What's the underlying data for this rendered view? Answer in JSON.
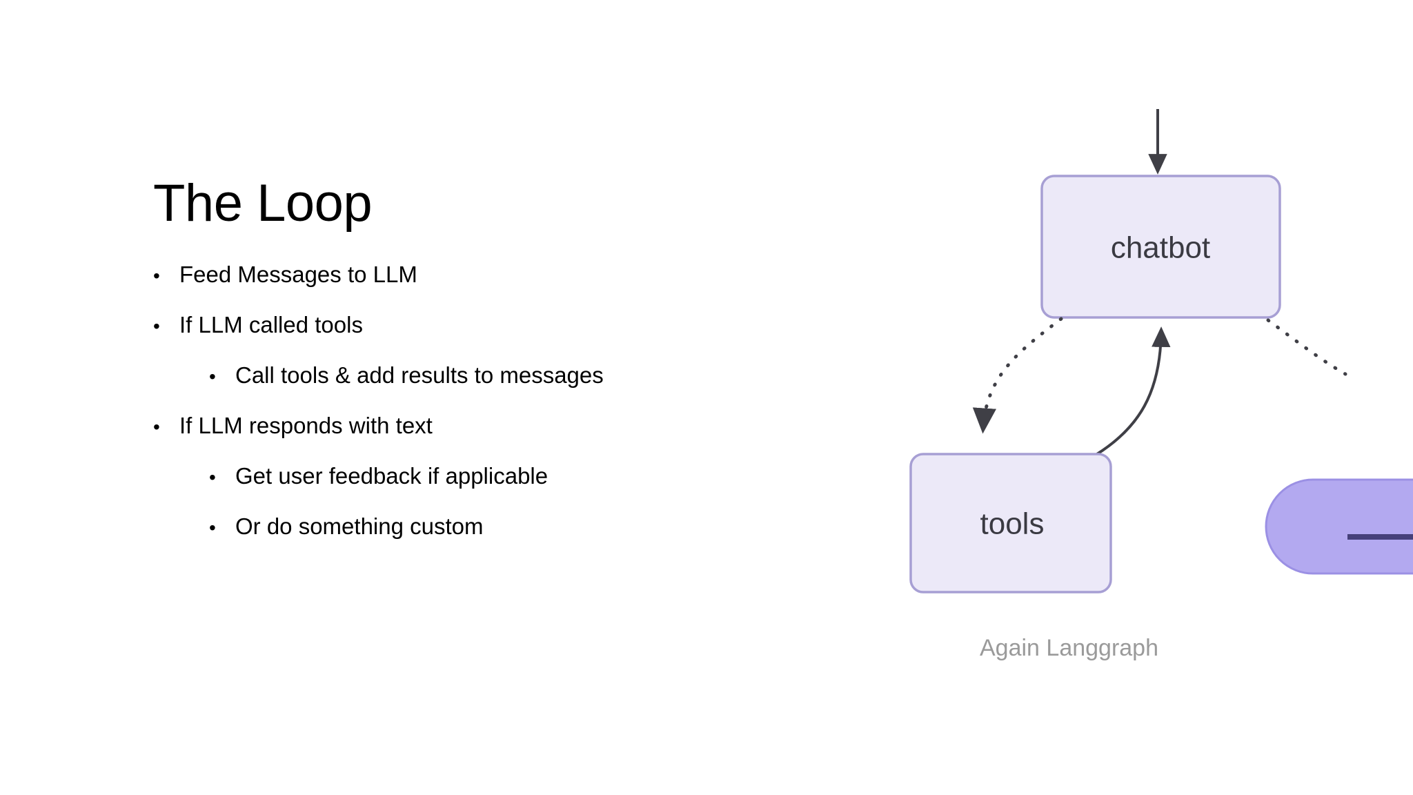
{
  "slide": {
    "background_color": "#ffffff",
    "title": "The Loop"
  },
  "bullets": [
    {
      "level": 1,
      "marker": "•",
      "text": "Feed Messages to LLM"
    },
    {
      "level": 1,
      "marker": "•",
      "text": "If LLM called tools"
    },
    {
      "level": 2,
      "marker": "•",
      "text": "Call tools & add results to messages"
    },
    {
      "level": 1,
      "marker": "•",
      "text": "If LLM responds with text"
    },
    {
      "level": 2,
      "marker": "•",
      "text": "Get user feedback if applicable"
    },
    {
      "level": 2,
      "marker": "•",
      "text": "Or do something custom"
    }
  ],
  "diagram": {
    "caption": "Again Langgraph",
    "caption_color": "#9a9a9a",
    "node_fill": "#ece9f8",
    "node_stroke": "#a79fd4",
    "node_text_color": "#3a3a42",
    "end_node_fill": "#b3a9f0",
    "end_node_stroke": "#9b90e4",
    "edge_color": "#3f3f46",
    "nodes": [
      {
        "id": "chatbot",
        "label": "chatbot",
        "shape": "rounded-rect"
      },
      {
        "id": "tools",
        "label": "tools",
        "shape": "rounded-rect"
      },
      {
        "id": "end",
        "label": "_",
        "shape": "pill",
        "cropped": true
      }
    ],
    "edges": [
      {
        "from": "start",
        "to": "chatbot",
        "style": "solid",
        "arrow": true
      },
      {
        "from": "chatbot",
        "to": "tools",
        "style": "dotted",
        "arrow": true
      },
      {
        "from": "tools",
        "to": "chatbot",
        "style": "solid",
        "arrow": true
      },
      {
        "from": "chatbot",
        "to": "end",
        "style": "dotted",
        "arrow": false
      }
    ]
  }
}
